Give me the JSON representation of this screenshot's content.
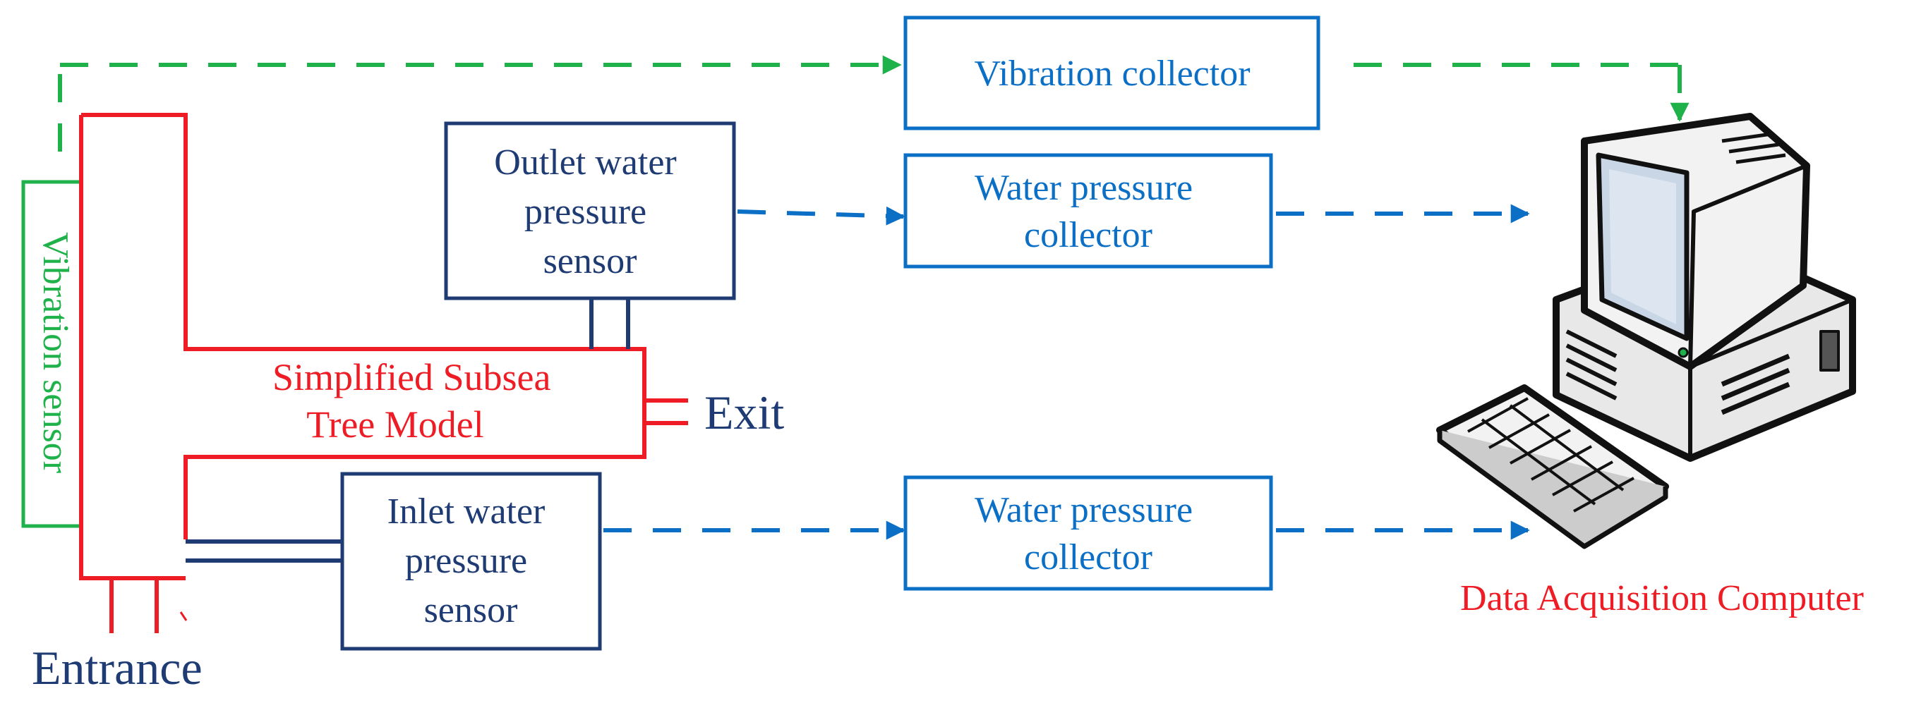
{
  "labels": {
    "vibration_sensor": "Vibration sensor",
    "vibration_collector": "Vibration collector",
    "outlet_sensor": [
      "Outlet water",
      "pressure",
      "sensor"
    ],
    "outlet_collector": [
      "Water pressure",
      "collector"
    ],
    "model": [
      "Simplified Subsea",
      "Tree Model"
    ],
    "exit": "Exit",
    "inlet_sensor": [
      "Inlet water",
      "pressure",
      "sensor"
    ],
    "inlet_collector": [
      "Water pressure",
      "collector"
    ],
    "entrance": "Entrance",
    "computer": "Data Acquisition Computer"
  },
  "icons": {
    "computer": "desktop-computer-icon"
  },
  "colors": {
    "red": "#ee1c24",
    "green": "#1fb24a",
    "blue": "#0b6fc6",
    "navy": "#1f3b73",
    "computer_outline": "#111111",
    "computer_body": "#e8e8e8",
    "screen": "#c9d6e6"
  }
}
